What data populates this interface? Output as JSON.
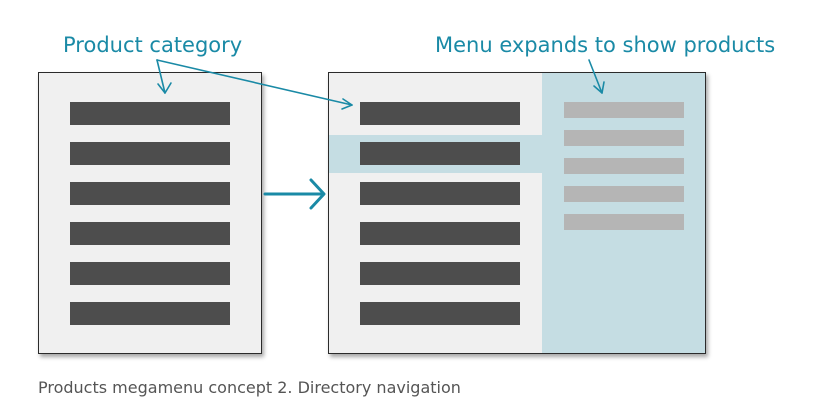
{
  "annotations": {
    "product_category": "Product category",
    "menu_expands": "Menu expands to show products"
  },
  "caption": "Products megamenu concept 2. Directory navigation",
  "left_panel": {
    "category_count": 6
  },
  "right_panel": {
    "category_count": 6,
    "highlighted_category_index": 1,
    "product_count": 5
  },
  "colors": {
    "annotation": "#1a8aa6",
    "category_bar": "#4d4d4d",
    "product_bar": "#b5b5b5",
    "highlight": "#c5dde3",
    "panel_background": "#f0f0f0",
    "caption": "#555555"
  }
}
